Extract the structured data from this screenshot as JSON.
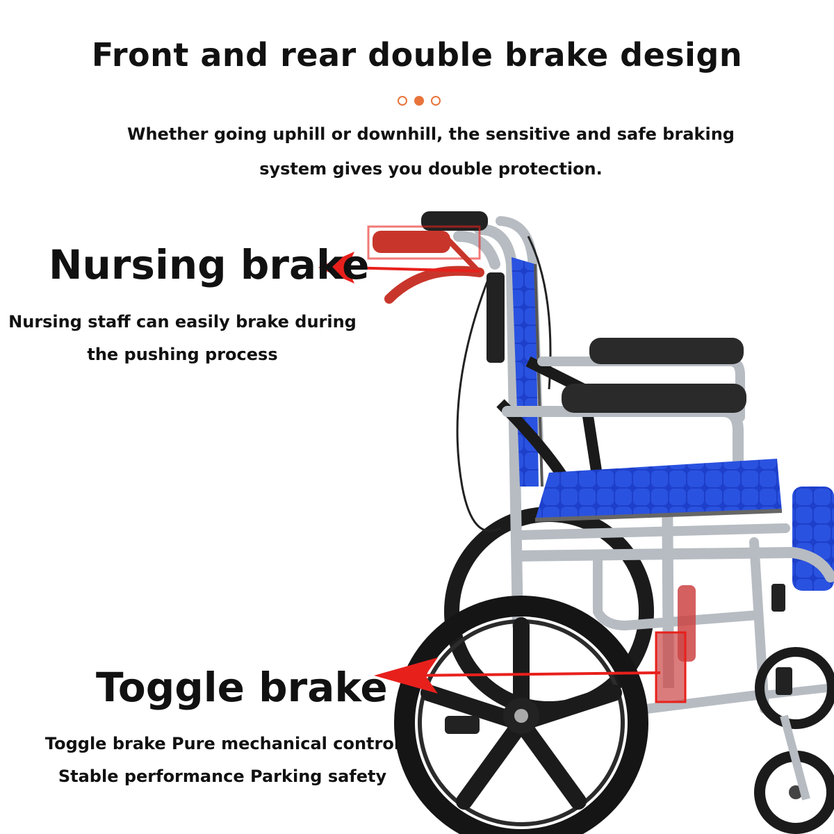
{
  "header": {
    "title": "Front and rear double brake design",
    "subtitle_line1": "Whether going uphill or downhill, the sensitive and safe braking",
    "subtitle_line2": "system gives you double protection."
  },
  "callouts": {
    "nursing": {
      "heading": "Nursing brake",
      "line1": "Nursing staff can easily brake during",
      "line2": "the pushing process"
    },
    "toggle": {
      "heading": "Toggle brake",
      "line1": "Toggle brake Pure mechanical control",
      "line2": "Stable performance Parking safety"
    }
  },
  "colors": {
    "accent_orange": "#e8743b",
    "arrow_red": "#e8201c",
    "seat_blue": "#1d3fc9",
    "frame_gray": "#b7bcc2",
    "tire_black": "#1b1b1b"
  },
  "icons": [
    "decorative-dots-icon",
    "arrow-left-icon",
    "wheelchair-illustration"
  ]
}
